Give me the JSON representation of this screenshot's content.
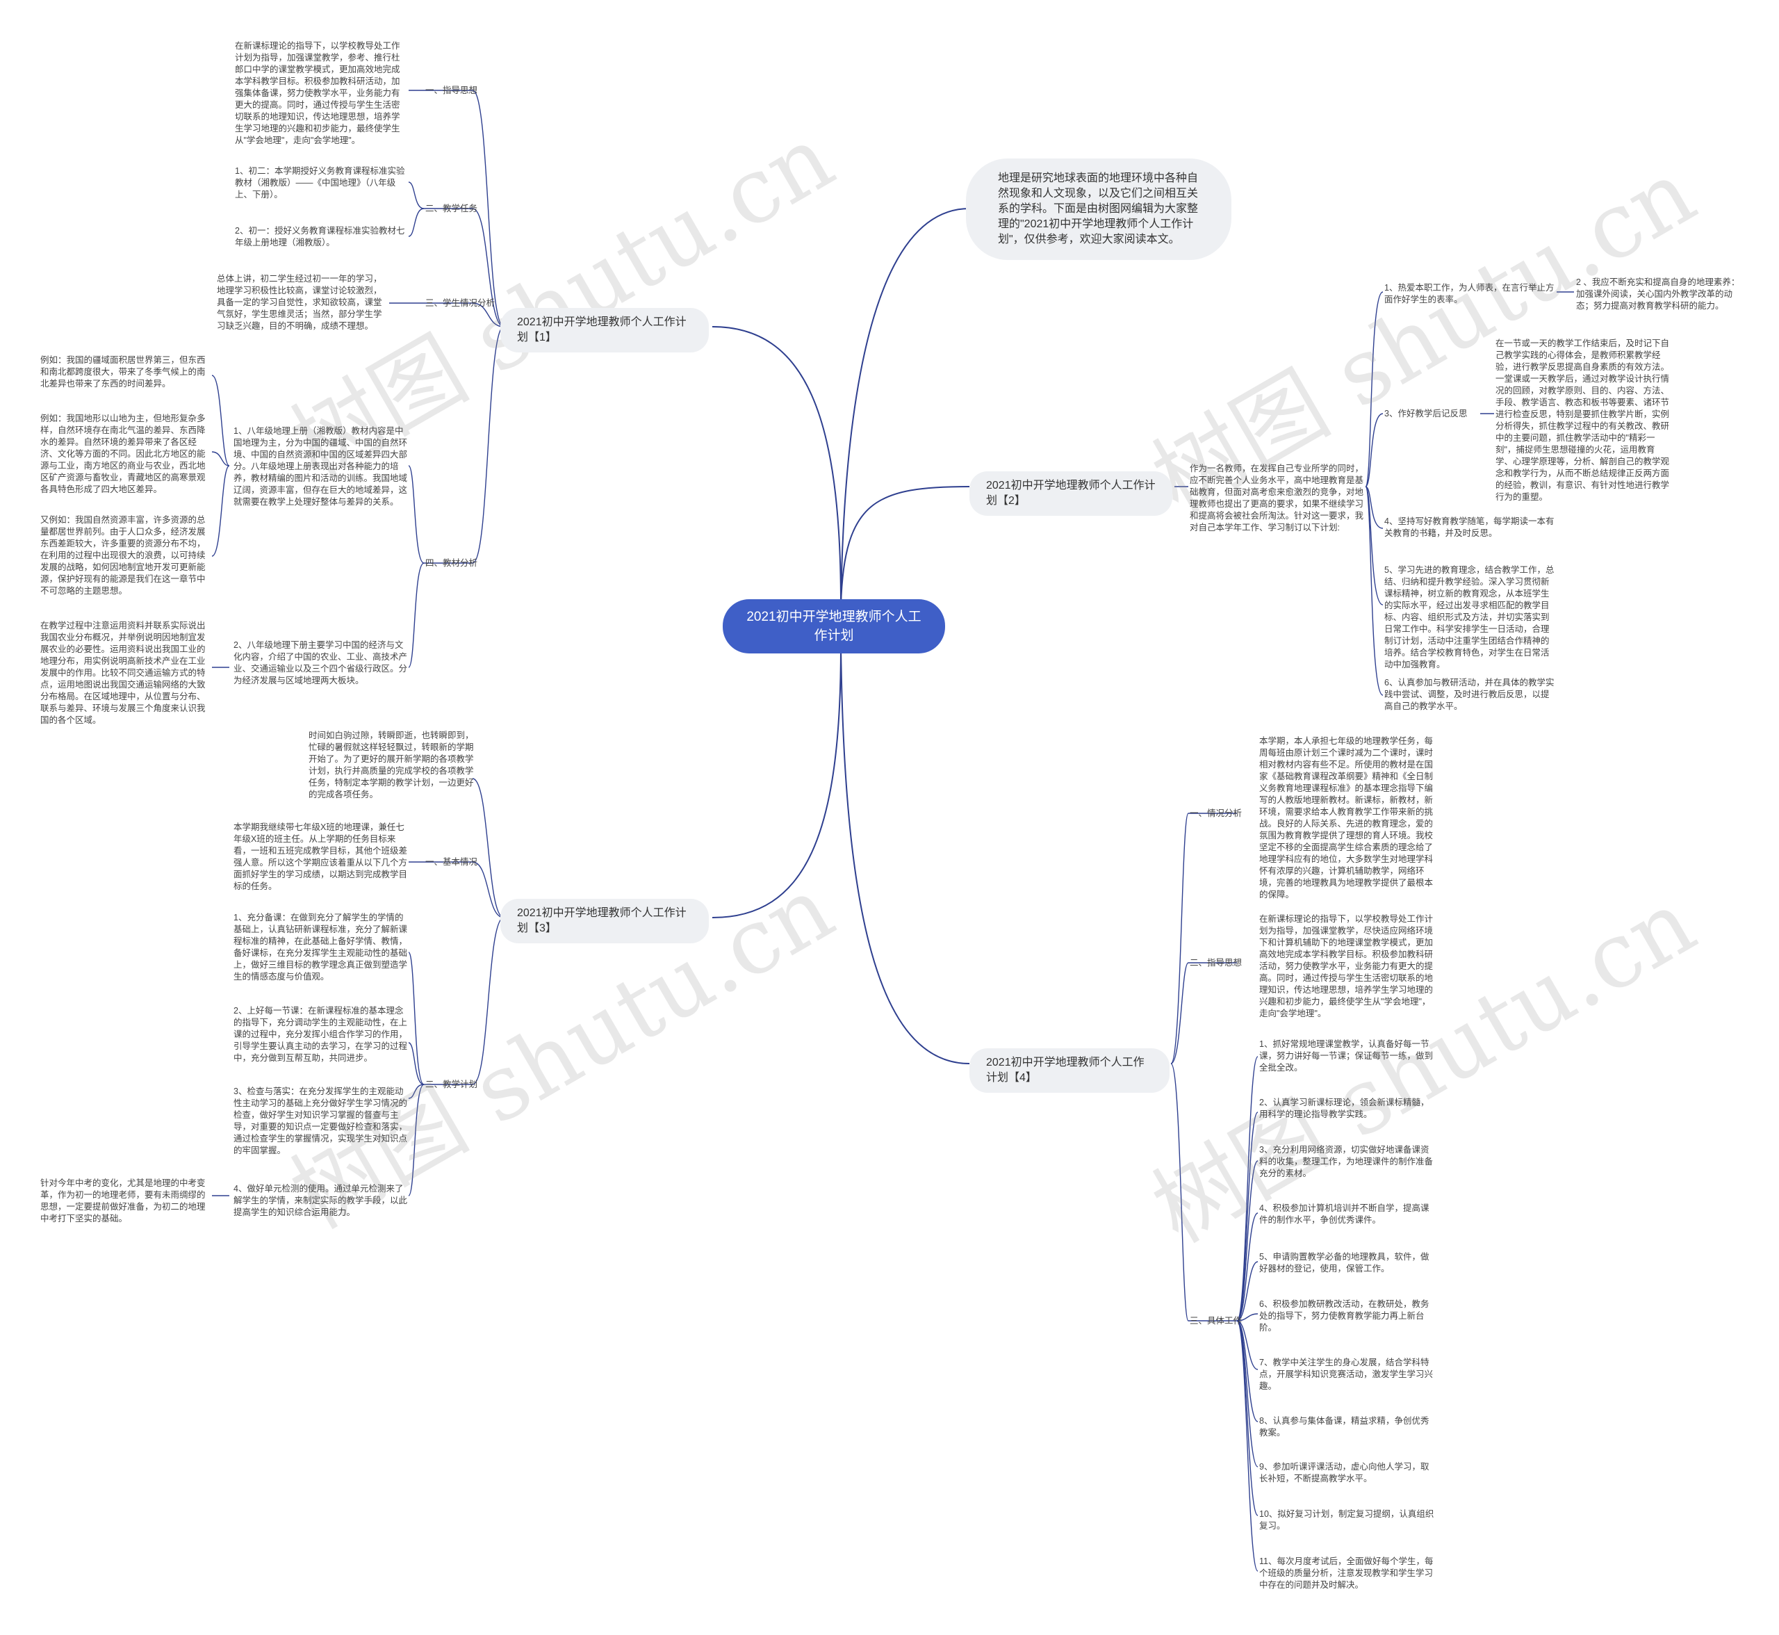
{
  "root": "2021初中开学地理教师个人工作计划",
  "intro": "地理是研究地球表面的地理环境中各种自然现象和人文现象，以及它们之间相互关系的学科。下面是由树图网编辑为大家整理的\"2021初中开学地理教师个人工作计划\"，仅供参考，欢迎大家阅读本文。",
  "watermark": "树图 shutu.cn",
  "b1": {
    "title": "2021初中开学地理教师个人工作计划【1】",
    "s1": {
      "label": "一、指导思想",
      "text": "在新课标理论的指导下，以学校教导处工作计划为指导，加强课堂教学，参考、推行杜郎口中学的课堂教学模式，更加高效地完成本学科教学目标。积极参加教科研活动，加强集体备课，努力使教学水平，业务能力有更大的提高。同时，通过传授与学生生活密切联系的地理知识，传达地理思想，培养学生学习地理的兴趣和初步能力，最终使学生从\"学会地理\"，走向\"会学地理\"。"
    },
    "s2": {
      "label": "二、教学任务",
      "t1": "1、初二：本学期授好义务教育课程标准实验教材（湘教版）——《中国地理》（八年级上、下册）。",
      "t2": "2、初一：授好义务教育课程标准实验教材七年级上册地理（湘教版）。"
    },
    "s3": {
      "label": "三、学生情况分析",
      "text": "总体上讲，初二学生经过初一一年的学习，地理学习积极性比较高，课堂讨论较激烈，具备一定的学习自觉性，求知欲较高，课堂气氛好，学生思维灵活；当然，部分学生学习缺乏兴趣，目的不明确，成绩不理想。"
    },
    "s4": {
      "label": "四、教材分析",
      "p1": "1、八年级地理上册（湘教版）教材内容是中国地理为主，分为中国的疆域、中国的自然环境、中国的自然资源和中国的区域差异四大部分。八年级地理上册表现出对各种能力的培养，教材精编的图片和活动的训练。我国地域辽阔，资源丰富，但存在巨大的地域差异，这就需要在教学上处理好整体与差异的关系。",
      "e1": "例如：我国的疆域面积居世界第三，但东西和南北都跨度很大，带来了冬季气候上的南北差异也带来了东西的时间差异。",
      "e2": "例如：我国地形以山地为主，但地形复杂多样，自然环境存在南北气温的差异、东西降水的差异。自然环境的差异带来了各区经济、文化等方面的不同。因此北方地区的能源与工业，南方地区的商业与农业，西北地区矿产资源与畜牧业，青藏地区的高寒景观各具特色形成了四大地区差异。",
      "e3": "又例如：我国自然资源丰富，许多资源的总量都居世界前列。由于人口众多，经济发展东西差距较大，许多重要的资源分布不均，在利用的过程中出现很大的浪费，以可持续发展的战略，如何因地制宜地开发可更新能源，保护好现有的能源是我们在这一章节中不可忽略的主题思想。",
      "p2": "2、八年级地理下册主要学习中国的经济与文化内容，介绍了中国的农业、工业、高技术产业、交通运输业以及三个四个省级行政区。分为经济发展与区域地理两大板块。",
      "e4": "在教学过程中注意运用资料并联系实际说出我国农业分布概况，并举例说明因地制宜发展农业的必要性。运用资料说出我国工业的地理分布，用实例说明高新技术产业在工业发展中的作用。比较不同交通运输方式的特点，运用地图说出我国交通运输网络的大致分布格局。在区域地理中，从位置与分布、联系与差异、环境与发展三个角度来认识我国的各个区域。"
    }
  },
  "b2": {
    "title": "2021初中开学地理教师个人工作计划【2】",
    "text": "作为一名教师，在发挥自己专业所学的同时，应不断完善个人业务水平，高中地理教育是基础教育，但面对高考愈来愈激烈的竞争，对地理教师也提出了更高的要求，如果不继续学习和提高将会被社会所淘汰。针对这一要求，我对自己本学年工作、学习制订以下计划:",
    "i1": "1、热爱本职工作，为人师表，在言行举止方面作好学生的表率。",
    "i2": "2 、我应不断充实和提高自身的地理素养：加强课外阅读，关心国内外教学改革的动态；努力提高对教育教学科研的能力。",
    "i3l": "3、作好教学后记反思",
    "i3": "在一节或一天的教学工作结束后，及时记下自己教学实践的心得体会，是教师积累教学经验，进行教学反思提高自身素质的有效方法。一堂课或一天教学后，通过对教学设计执行情况的回顾，对教学原则、目的、内容、方法、手段、教学语言、教态和板书等要素、诸环节进行检查反思，特别是要抓住教学片断，实例分析得失，抓住教学过程中的有关教改、教研中的主要问题，抓住教学活动中的\"精彩一刻\"，捕捉师生思想碰撞的火花，运用教育学、心理学原理等，分析、解剖自己的教学观念和教学行为，从而不断总结规律正反两方面的经验，教训，有意识、有针对性地进行教学行为的重塑。",
    "i4": "4、坚持写好教育教学随笔，每学期读一本有关教育的书籍，并及时反思。",
    "i5": "5、学习先进的教育理念，结合教学工作，总结、归纳和提升教学经验。深入学习贯彻新课标精神，树立新的教育观念，从本班学生的实际水平，经过出发寻求相匹配的教学目标、内容、组织形式及方法，并切实落实到日常工作中。科学安排学生一日活动，合理制订计划，活动中注重学生团结合作精神的培养。结合学校教育特色，对学生在日常活动中加强教育。",
    "i6": "6、认真参加与教研活动，并在具体的教学实践中尝试、调整，及时进行教后反思，以提高自己的教学水平。"
  },
  "b3": {
    "title": "2021初中开学地理教师个人工作计划【3】",
    "top": "时间如白驹过隙，转瞬即逝，也转瞬即到，忙碌的暑假就这样轻轻飘过，转眼新的学期开始了。为了更好的展开新学期的各项教学计划，执行并高质量的完成学校的各项教学任务，特制定本学期的教学计划，一边更好的完成各项任务。",
    "s1": {
      "label": "一、基本情况",
      "text": "本学期我继续带七年级X班的地理课，兼任七年级X班的班主任。从上学期的任务目标来看，一班和五班完成教学目标，其他个班级差强人意。所以这个学期应该着重从以下几个方面抓好学生的学习成绩，以期达到完成教学目标的任务。"
    },
    "s2": {
      "label": "二、教学计划",
      "t1": "1、充分备课：在做到充分了解学生的学情的基础上，认真钻研新课程标准，充分了解新课程标准的精神，在此基础上备好学情、教情，备好课标，在充分发挥学生主观能动性的基础上，做好三维目标的教学理念真正做到塑造学生的情感态度与价值观。",
      "t2": "2、上好每一节课：在新课程标准的基本理念的指导下，充分调动学生的主观能动性，在上课的过程中，充分发挥小组合作学习的作用，引导学生要认真主动的去学习，在学习的过程中，充分做到互帮互助，共同进步。",
      "t3": "3、检查与落实：在充分发挥学生的主观能动性主动学习的基础上充分做好学生学习情况的检查，做好学生对知识学习掌握的督查与主导，对重要的知识点一定要做好检查和落实，通过检查学生的掌握情况，实现学生对知识点的牢固掌握。",
      "t4": "4、做好单元检测的使用。通过单元检测来了解学生的学情，来制定实际的教学手段，以此提高学生的知识综合运用能力。",
      "e4": "针对今年中考的变化，尤其是地理的中考变革，作为初一的地理老师，要有未雨绸缪的思想，一定要提前做好准备，为初二的地理中考打下坚实的基础。"
    }
  },
  "b4": {
    "title": "2021初中开学地理教师个人工作计划【4】",
    "s1": {
      "label": "一、情况分析",
      "text": "本学期，本人承担七年级的地理教学任务，每周每班由原计划三个课时减为二个课时，课时相对教材内容有些不足。所使用的教材是在国家《基础教育课程改革纲要》精神和《全日制义务教育地理课程标准》的基本理念指导下编写的人教版地理新教材。新课标，新教材，新环境，需要求给本人教育教学工作带来新的挑战。良好的人际关系、先进的教育理念，爱的氛围为教育教学提供了理想的育人环境。我校坚定不移的全面提高学生综合素质的理念给了地理学科应有的地位，大多数学生对地理学科怀有浓厚的兴趣，计算机辅助教学，网络环境，完善的地理教具为地理教学提供了最根本的保障。"
    },
    "s2": {
      "label": "二、指导思想",
      "text": "在新课标理论的指导下，以学校教导处工作计划为指导，加强课堂教学，尽快适应网络环境下和计算机辅助下的地理课堂教学模式，更加高效地完成本学科教学目标。积极参加教科研活动，努力使教学水平，业务能力有更大的提高。同时，通过传授与学生生活密切联系的地理知识，传达地理思想，培养学生学习地理的兴趣和初步能力，最终使学生从\"学会地理\"，走向\"会学地理\"。"
    },
    "s3": {
      "label": "三、具体工作",
      "items": [
        "1、抓好常规地理课堂教学，认真备好每一节课，努力讲好每一节课；保证每节一练，做到全批全改。",
        "2、认真学习新课标理论，领会新课标精髓，用科学的理论指导教学实践。",
        "3、充分利用网络资源，切实做好地课备课资料的收集，整理工作，为地理课件的制作准备充分的素材。",
        "4、积极参加计算机培训并不断自学，提高课件的制作水平，争创优秀课件。",
        "5、申请购置教学必备的地理教具，软件，做好器材的登记，使用，保管工作。",
        "6、积极参加教研教改活动，在教研处，教务处的指导下，努力使教育教学能力再上新台阶。",
        "7、教学中关注学生的身心发展，结合学科特点，开展学科知识竞赛活动，激发学生学习兴趣。",
        "8、认真参与集体备课，精益求精，争创优秀教案。",
        "9、参加听课评课活动，虚心向他人学习，取长补短，不断提高教学水平。",
        "10、拟好复习计划，制定复习提纲，认真组织复习。",
        "11、每次月度考试后，全面做好每个学生，每个班级的质量分析，注意发现教学和学生学习中存在的问题并及时解决。"
      ]
    }
  },
  "colors": {
    "root": "#3f5fc7",
    "edge": "#2e3f8f",
    "bubble": "#eef0f3",
    "text": "#444444"
  }
}
